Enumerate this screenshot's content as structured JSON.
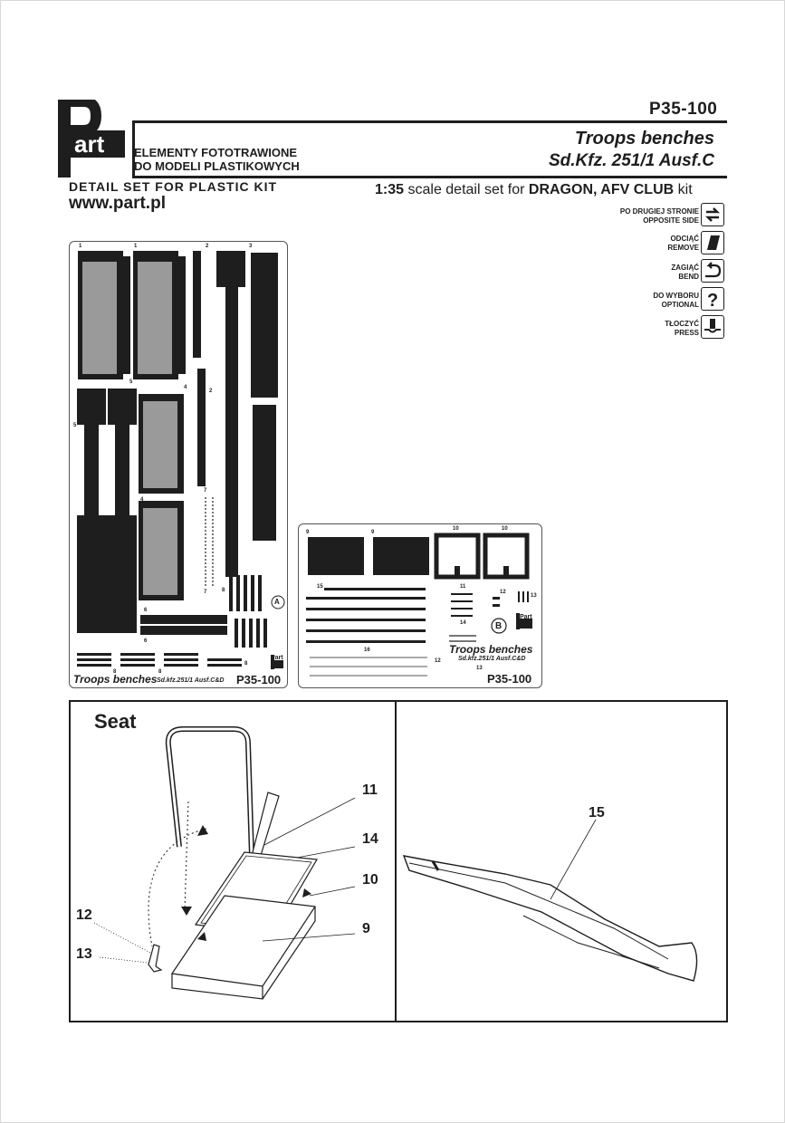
{
  "header": {
    "logo_text": "Part",
    "product_code": "P35-100",
    "polish_line_1": "ELEMENTY FOTOTRAWIONE",
    "polish_line_2": "DO MODELI PLASTIKOWYCH",
    "title_line_1": "Troops benches",
    "title_line_2": "Sd.Kfz. 251/1 Ausf.C",
    "detail_set": "DETAIL SET FOR PLASTIC KIT",
    "website": "www.part.pl",
    "scale_ratio": "1:35",
    "scale_text_1": "scale detail set for",
    "scale_brands": "DRAGON, AFV CLUB",
    "scale_text_2": "kit"
  },
  "legend": [
    {
      "pl": "PO DRUGIEJ STRONIE",
      "en": "OPPOSITE SIDE",
      "icon": "opposite-side-icon"
    },
    {
      "pl": "ODCIĄĆ",
      "en": "REMOVE",
      "icon": "remove-icon"
    },
    {
      "pl": "ZAGIĄĆ",
      "en": "BEND",
      "icon": "bend-icon"
    },
    {
      "pl": "DO WYBORU",
      "en": "OPTIONAL",
      "icon": "optional-icon"
    },
    {
      "pl": "TŁOCZYĆ",
      "en": "PRESS",
      "icon": "press-icon"
    }
  ],
  "fret_a": {
    "letter": "A",
    "label": "Troops benches",
    "sub": "Sd.kfz.251/1 Ausf.C&D",
    "code": "P35-100",
    "logo": "Part",
    "part_numbers": [
      "1",
      "1",
      "2",
      "3",
      "5",
      "4",
      "2",
      "5",
      "4",
      "7",
      "7",
      "8",
      "6",
      "6",
      "8",
      "8",
      "8"
    ]
  },
  "fret_b": {
    "letter": "B",
    "label": "Troops benches",
    "sub": "Sd.kfz.251/1 Ausf.C&D",
    "code": "P35-100",
    "logo": "Part",
    "part_numbers": [
      "9",
      "9",
      "10",
      "10",
      "15",
      "11",
      "12",
      "13",
      "14",
      "16",
      "12",
      "13"
    ]
  },
  "instructions": {
    "seat_title": "Seat",
    "seat_callouts": [
      "11",
      "14",
      "10",
      "12",
      "13",
      "9"
    ],
    "rifle_callout": "15"
  }
}
